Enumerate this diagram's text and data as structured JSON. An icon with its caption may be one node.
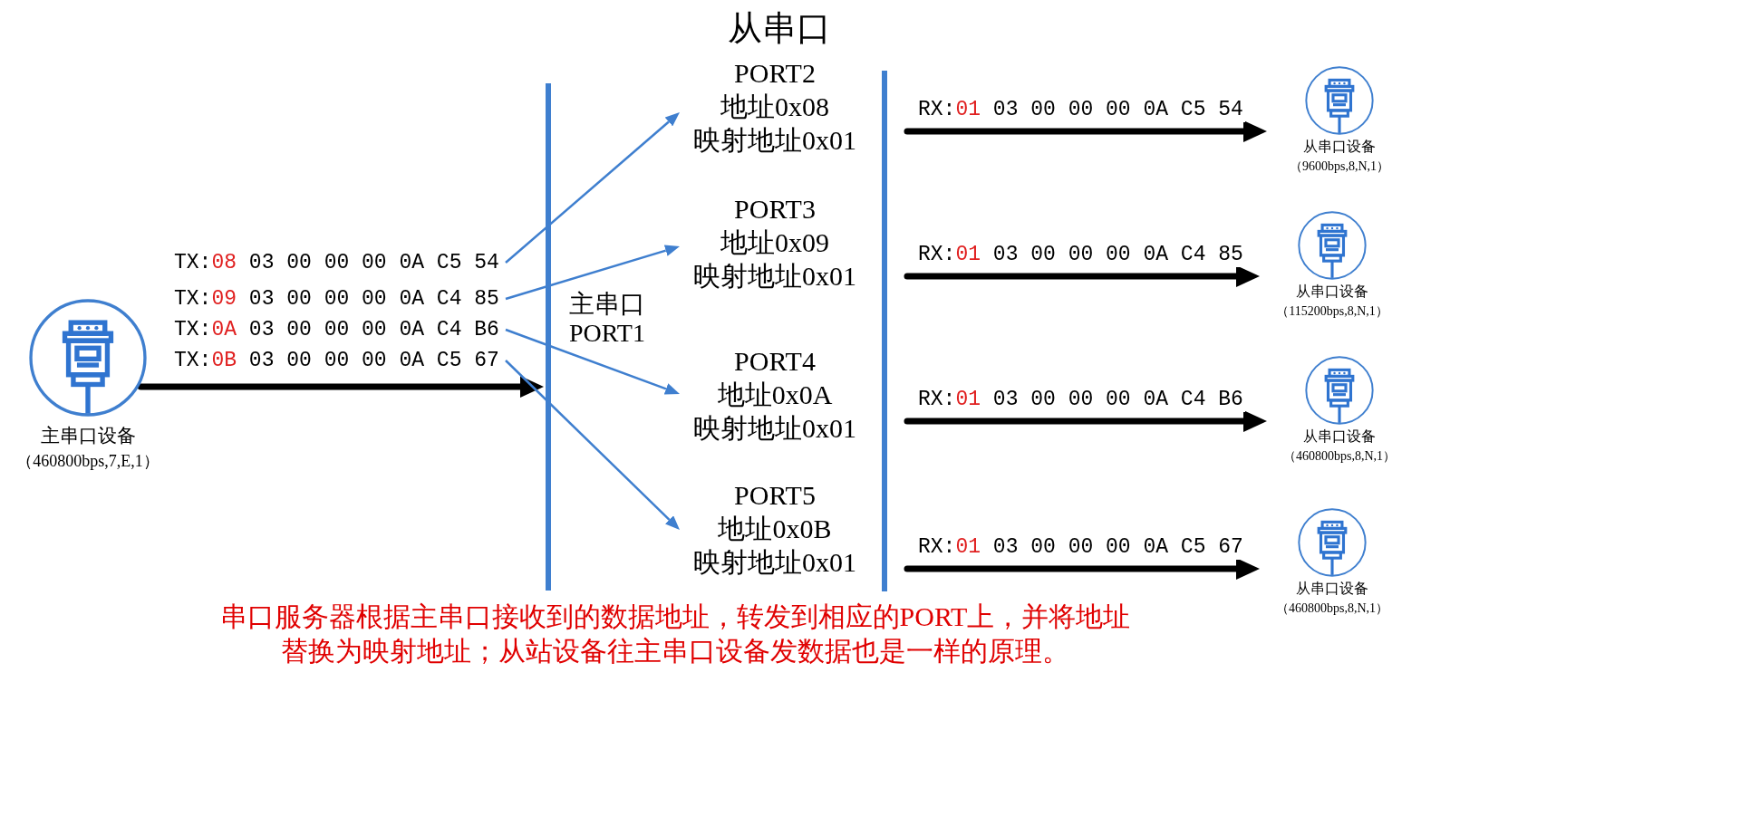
{
  "diagram": {
    "title": "从串口",
    "nodes": [
      {
        "text": [
          "主串口设备",
          "（460800bps,7,E,1）"
        ]
      },
      {
        "text": [
          "TX:08 03 00 00 00 0A C5 54"
        ]
      },
      {
        "text": [
          "TX:09 03 00 00 00 0A C4 85"
        ]
      },
      {
        "text": [
          "TX:0A 03 00 00 00 0A C4 B6"
        ]
      },
      {
        "text": [
          "TX:0B 03 00 00 00 0A C5 67"
        ]
      },
      {
        "text": [
          "主串口 PORT1"
        ]
      },
      {
        "text": [
          "PORT2",
          "地址0x08",
          "映射地址0x01"
        ]
      },
      {
        "text": [
          "PORT3",
          "地址0x09",
          "映射地址0x01"
        ]
      },
      {
        "text": [
          "PORT4",
          "地址0x0A",
          "映射地址0x01"
        ]
      },
      {
        "text": [
          "PORT5",
          "地址0x0B",
          "映射地址0x01"
        ]
      },
      {
        "text": [],
        "shape": "bar"
      },
      {
        "text": [
          "从串口设备",
          "（9600bps,8,N,1）"
        ]
      },
      {
        "text": [
          "从串口设备",
          "（115200bps,8,N,1）"
        ]
      },
      {
        "text": [
          "从串口设备",
          "（460800bps,8,N,1）"
        ]
      },
      {
        "text": [
          "从串口设备",
          "（460800bps,8,N,1）"
        ]
      }
    ],
    "edges": [
      {
        "from": 0,
        "to": 5,
        "arrow": "to"
      },
      {
        "from": 1,
        "to": 6,
        "arrow": "to",
        "color": "#3f7fcf"
      },
      {
        "from": 2,
        "to": 7,
        "arrow": "to",
        "color": "#3f7fcf"
      },
      {
        "from": 3,
        "to": 8,
        "arrow": "to",
        "color": "#3f7fcf"
      },
      {
        "from": 4,
        "to": 9,
        "arrow": "to",
        "color": "#3f7fcf"
      },
      {
        "from": 10,
        "to": 11,
        "arrow": "to",
        "label": "RX:01 03 00 00 00 0A C5 54"
      },
      {
        "from": 10,
        "to": 12,
        "arrow": "to",
        "label": "RX:01 03 00 00 00 0A C4 85"
      },
      {
        "from": 10,
        "to": 13,
        "arrow": "to",
        "label": "RX:01 03 00 00 00 0A C4 B6"
      },
      {
        "from": 10,
        "to": 14,
        "arrow": "to",
        "label": "RX:01 03 00 00 00 0A C5 67"
      }
    ],
    "caption": "串口服务器根据主串口接收到的数据地址，转发到相应的PORT上，并将地址替换为映射地址；从站设备往主串口设备发数据也是一样的原理。"
  }
}
